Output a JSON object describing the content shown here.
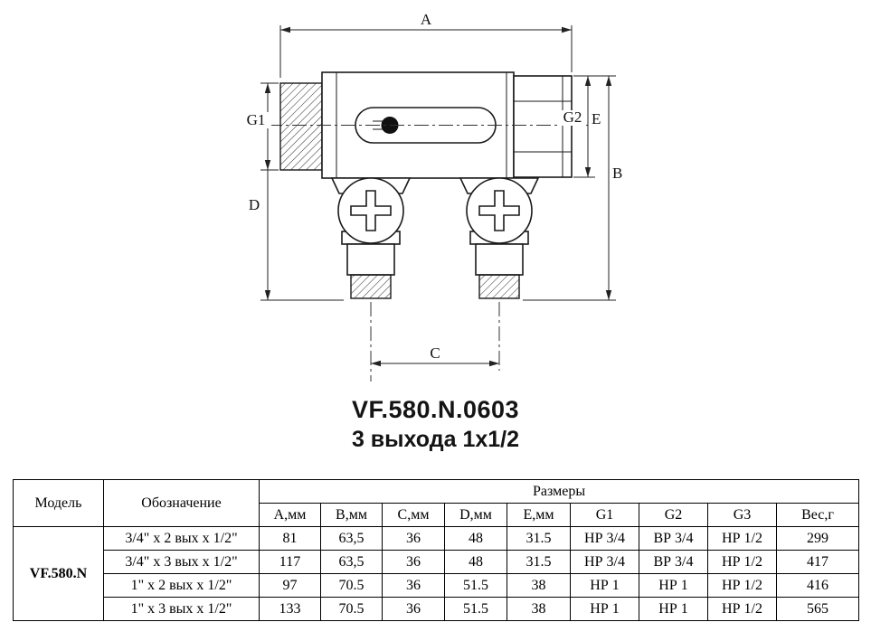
{
  "colors": {
    "line": "#1a1a1a",
    "background": "#ffffff"
  },
  "drawing": {
    "labels": {
      "a": "A",
      "b": "B",
      "c": "C",
      "d": "D",
      "e": "E",
      "g1": "G1",
      "g2": "G2"
    }
  },
  "title": {
    "model": "VF.580.N.0603",
    "subtitle": "3 выхода 1x1/2"
  },
  "table": {
    "headers": {
      "model": "Модель",
      "designation": "Обозначение",
      "dimensions_group": "Размеры",
      "columns": [
        "А,мм",
        "В,мм",
        "С,мм",
        "D,мм",
        "Е,мм",
        "G1",
        "G2",
        "G3",
        "Вес,г"
      ]
    },
    "model": "VF.580.N",
    "rows": [
      {
        "designation": "3/4\" х 2 вых х 1/2\"",
        "values": [
          "81",
          "63,5",
          "36",
          "48",
          "31.5",
          "НР 3/4",
          "ВР 3/4",
          "НР 1/2",
          "299"
        ]
      },
      {
        "designation": "3/4\" х 3 вых х 1/2\"",
        "values": [
          "117",
          "63,5",
          "36",
          "48",
          "31.5",
          "НР 3/4",
          "ВР 3/4",
          "НР 1/2",
          "417"
        ]
      },
      {
        "designation": "1\" х 2 вых х 1/2\"",
        "values": [
          "97",
          "70.5",
          "36",
          "51.5",
          "38",
          "НР 1",
          "НР 1",
          "НР 1/2",
          "416"
        ]
      },
      {
        "designation": "1\" х 3 вых х 1/2\"",
        "values": [
          "133",
          "70.5",
          "36",
          "51.5",
          "38",
          "НР 1",
          "НР 1",
          "НР 1/2",
          "565"
        ]
      }
    ]
  }
}
